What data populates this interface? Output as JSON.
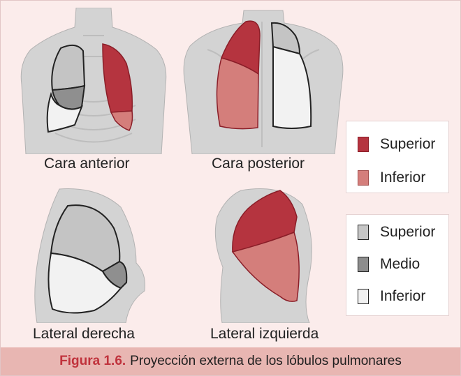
{
  "views": {
    "anterior": "Cara anterior",
    "posterior": "Cara posterior",
    "lateral_right": "Lateral derecha",
    "lateral_left": "Lateral izquierda"
  },
  "legend_left_lung": {
    "items": [
      {
        "label": "Superior",
        "color": "#b5343f"
      },
      {
        "label": "Inferior",
        "color": "#d47e7b"
      }
    ]
  },
  "legend_right_lung": {
    "items": [
      {
        "label": "Superior",
        "color": "#c6c6c6"
      },
      {
        "label": "Medio",
        "color": "#8d8d8d"
      },
      {
        "label": "Inferior",
        "color": "#f1f1f1"
      }
    ]
  },
  "caption": {
    "label": "Figura 1.6.",
    "text": "Proyección externa de los lóbulos pulmonares"
  },
  "colors": {
    "background": "#fbeceb",
    "caption_bg": "#e8b6b2",
    "caption_label": "#c0323c",
    "skin": "#d2d2d2"
  }
}
